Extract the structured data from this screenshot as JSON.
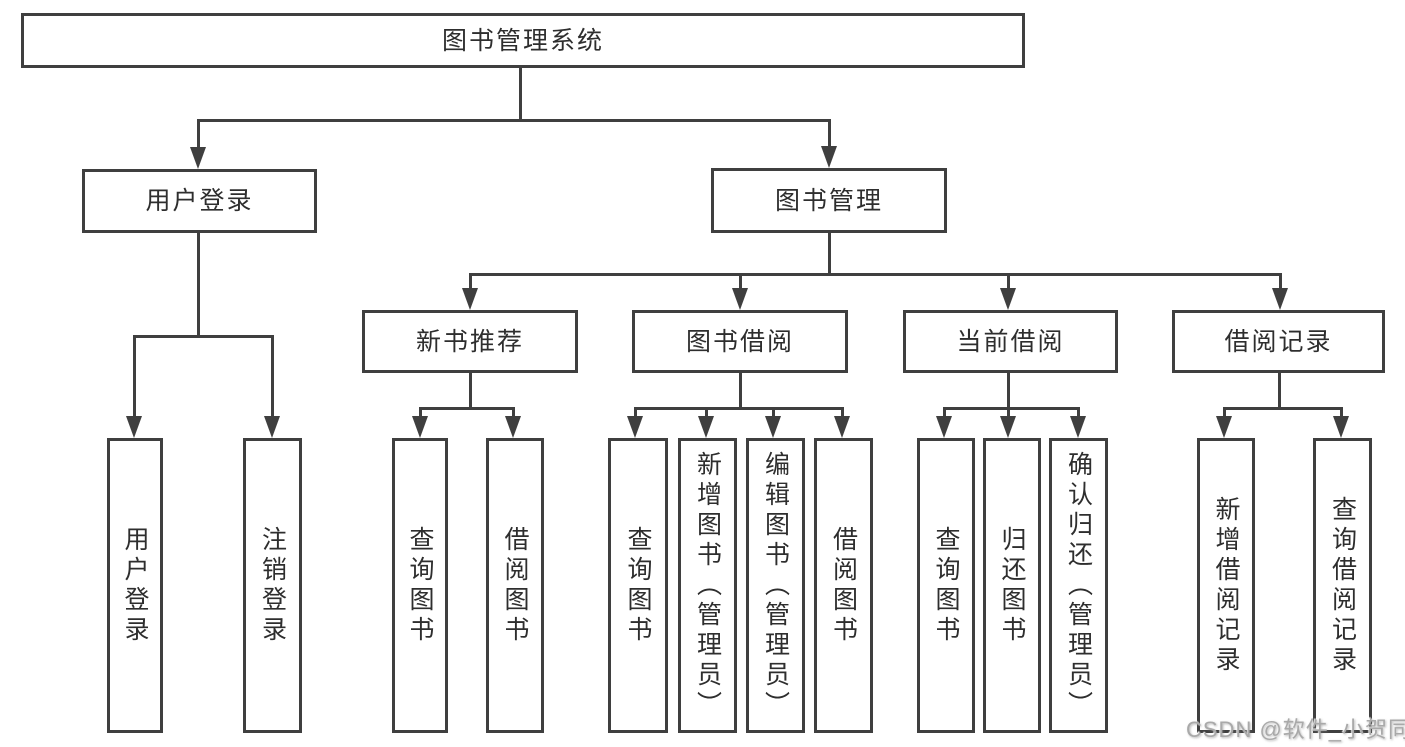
{
  "tree": {
    "label": "图书管理系统",
    "children": [
      {
        "label": "用户登录",
        "children": [
          {
            "label": "用户登录"
          },
          {
            "label": "注销登录"
          }
        ]
      },
      {
        "label": "图书管理",
        "children": [
          {
            "label": "新书推荐",
            "children": [
              {
                "label": "查询图书"
              },
              {
                "label": "借阅图书"
              }
            ]
          },
          {
            "label": "图书借阅",
            "children": [
              {
                "label": "查询图书"
              },
              {
                "label": "新增图书（管理员）"
              },
              {
                "label": "编辑图书（管理员）"
              },
              {
                "label": "借阅图书"
              }
            ]
          },
          {
            "label": "当前借阅",
            "children": [
              {
                "label": "查询图书"
              },
              {
                "label": "归还图书"
              },
              {
                "label": "确认归还（管理员）"
              }
            ]
          },
          {
            "label": "借阅记录",
            "children": [
              {
                "label": "新增借阅记录"
              },
              {
                "label": "查询借阅记录"
              }
            ]
          }
        ]
      }
    ]
  },
  "watermark": {
    "text": "CSDN @软件_小贺同学"
  },
  "colors": {
    "line": "#3f3f3f",
    "text": "#2e2e2e",
    "background": "#ffffff",
    "watermark": "#a9a9a9"
  }
}
